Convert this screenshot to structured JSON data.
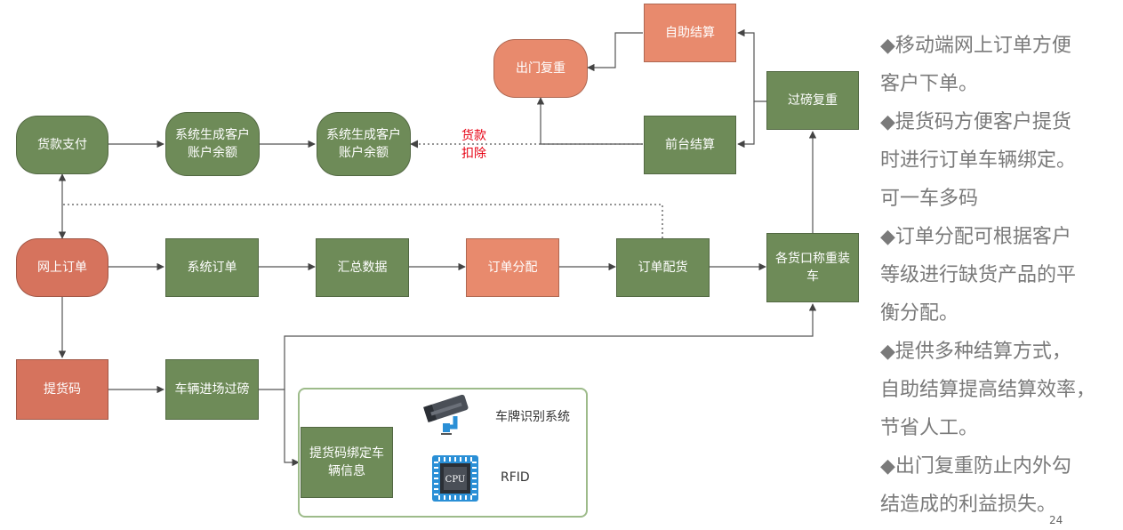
{
  "nodes": {
    "payment": "货款支付",
    "balance_gen": "系统生成客户账户余额",
    "balance": "系统生成客户账户余额",
    "exit_reweigh": "出门复重",
    "self_settle": "自助结算",
    "front_settle": "前台结算",
    "reweigh": "过磅复重",
    "online_order": "网上订单",
    "sys_order": "系统订单",
    "summary": "汇总数据",
    "order_alloc": "订单分配",
    "order_dist": "订单配货",
    "port_load": "各货口称重装车",
    "pickup_code": "提货码",
    "vehicle_enter": "车辆进场过磅",
    "bind_vehicle": "提货码绑定车辆信息"
  },
  "labels": {
    "deduct": "货款扣除",
    "plate_system": "车牌识别系统",
    "rfid": "RFID",
    "cpu": "CPU"
  },
  "icons": [
    "camera-icon",
    "chip-icon"
  ],
  "colors": {
    "green": "#6e8b58",
    "orange": "#e88a6d",
    "brown": "#d6735d",
    "red": "#e60012",
    "side_text": "#7a7a7a"
  },
  "side_text": [
    "◆移动端网上订单方便",
    "客户下单。",
    "◆提货码方便客户提货",
    "时进行订单车辆绑定。",
    "可一车多码",
    "◆订单分配可根据客户",
    "等级进行缺货产品的平",
    "衡分配。",
    "◆提供多种结算方式，",
    "自助结算提高结算效率，",
    "节省人工。",
    "◆出门复重防止内外勾",
    "结造成的利益损失。"
  ],
  "page_number": "24"
}
